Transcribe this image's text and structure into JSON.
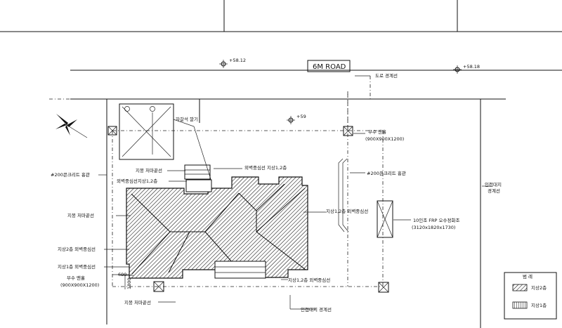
{
  "road": {
    "label": "6M ROAD"
  },
  "elevations": {
    "left": "+58.12",
    "right": "+58.18",
    "center": "+59"
  },
  "callouts": {
    "road_boundary": "도로 경계선",
    "tank_label": "부수 맨홀",
    "tank_size": "(900X900X1200)",
    "pipe_right": "#200콘크리트 흉관",
    "pipe_left": "#200콘크리트 흉관",
    "neighbor_line": "인접대지",
    "neighbor_line2": "경계선",
    "septic_1": "10인조 FRP 오수정화조",
    "septic_2": "(3120x1820x1730)",
    "roof_drain_top": "지붕 처마끝선",
    "wall_1_2": "외벽중심선 지상1,2층",
    "wall_center_1_2": "외벽중심선지상1,2층",
    "right_wall_12": "지상1,2층 외벽중심선",
    "left_eave": "지붕 처마끝선",
    "floor2_wall": "지상2층 외벽중심선",
    "floor1_wall": "지상1층 외벽중심선",
    "tank_bottom_label": "부수 맨홀",
    "tank_bottom_size": "(900X900X1200)",
    "bottom_wall_12": "지상1,2층 외벽중심선",
    "bottom_eave": "지붕 처마끝선",
    "bottom_neighbor": "인접대지 경계선",
    "dim_600": "600",
    "dim_1800": "1800",
    "top_garden": "자갈석 깔기"
  },
  "legend": {
    "title": "범 례",
    "items": [
      {
        "label": "지상2층"
      },
      {
        "label": "지상1층"
      }
    ]
  }
}
